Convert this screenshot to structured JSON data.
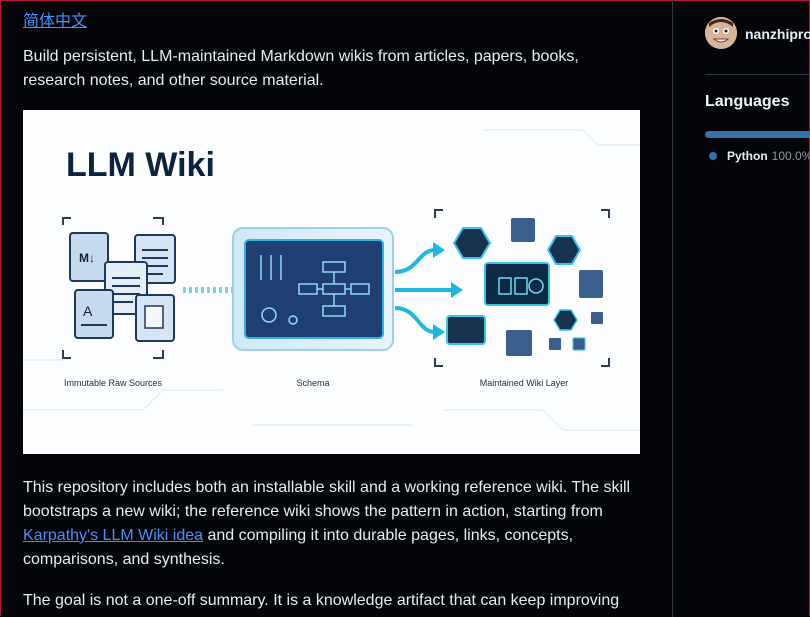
{
  "readme": {
    "language_link": "简体中文",
    "intro": "Build persistent, LLM-maintained Markdown wikis from articles, papers, books, research notes, and other source material.",
    "hero": {
      "title": "LLM Wiki",
      "labels": [
        "Immutable Raw Sources",
        "Schema",
        "Maintained Wiki Layer"
      ]
    },
    "para2_before": "This repository includes both an installable skill and a working reference wiki. The skill bootstraps a new wiki; the reference wiki shows the pattern in action, starting from ",
    "para2_link": "Karpathy's LLM Wiki idea",
    "para2_after": " and compiling it into durable pages, links, concepts, comparisons, and synthesis.",
    "para3": "The goal is not a one-off summary. It is a knowledge artifact that can keep improving"
  },
  "sidebar": {
    "username": "nanzhipro",
    "languages_heading": "Languages",
    "languages": [
      {
        "name": "Python",
        "percent": "100.0%",
        "color": "#3572A5",
        "fraction": 1.0
      }
    ]
  },
  "colors": {
    "background": "#040509",
    "link": "#4493f8",
    "hero_navy": "#0c2340",
    "hero_accent": "#1fb6e0"
  }
}
